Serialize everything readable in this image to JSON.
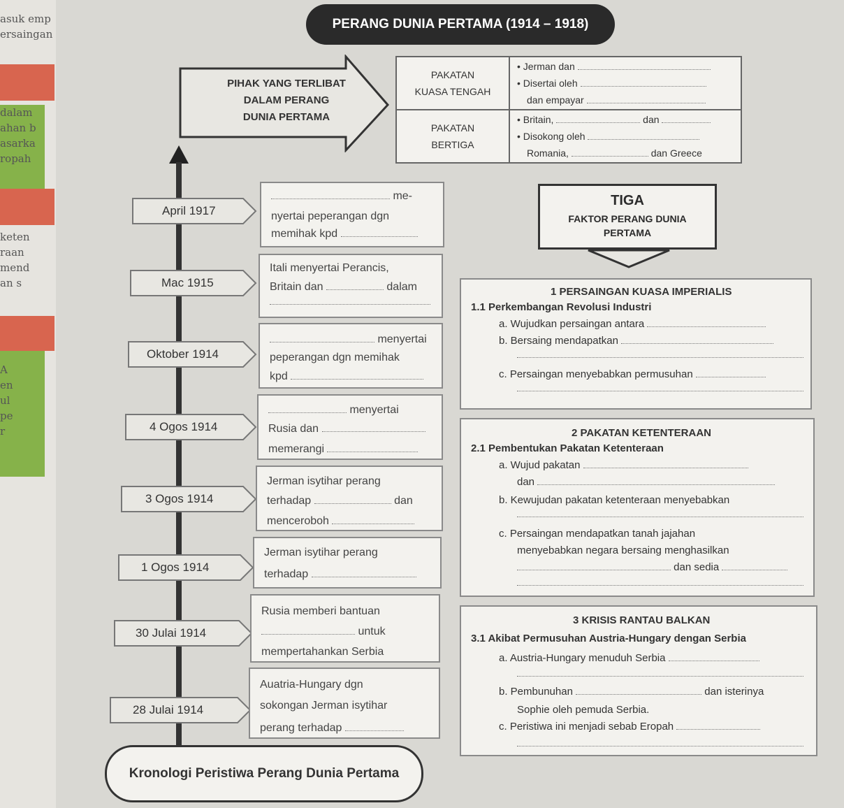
{
  "page_title": "PERANG DUNIA PERTAMA (1914 – 1918)",
  "left_strip": {
    "lines_top": [
      "asuk emp",
      "ersaingan"
    ],
    "lines_mid": [
      "dalam",
      "ahan b",
      "asarka",
      "ropah"
    ],
    "lines_low": [
      "keten",
      "raan",
      "mend",
      "an s"
    ],
    "lines_bottom": [
      "A",
      "en",
      "ul",
      "pe",
      "r"
    ]
  },
  "arrow_label": [
    "PIHAK YANG TERLIBAT",
    "DALAM PERANG",
    "DUNIA PERTAMA"
  ],
  "pakatan": {
    "row1_label": [
      "PAKATAN",
      "KUASA TENGAH"
    ],
    "row1_items": [
      "Jerman dan ",
      "Disertai oleh ",
      "dan empayar "
    ],
    "row2_label": [
      "PAKATAN",
      "BERTIGA"
    ],
    "row2_items": [
      "Britain, ",
      "dan ",
      "Disokong oleh ",
      "Romania, ",
      "dan Greece"
    ]
  },
  "tiga": {
    "line1": "TIGA",
    "line2": "FAKTOR PERANG DUNIA",
    "line3": "PERTAMA"
  },
  "timeline_title": "Kronologi Peristiwa Perang Dunia Pertama",
  "timeline": [
    {
      "date": "April 1917",
      "lines": [
        "me-",
        "nyertai peperangan dgn",
        "memihak kpd"
      ]
    },
    {
      "date": "Mac 1915",
      "lines": [
        "Itali menyertai Perancis,",
        "Britain dan",
        "dalam"
      ]
    },
    {
      "date": "Oktober 1914",
      "lines": [
        "menyertai",
        "peperangan dgn memihak",
        "kpd"
      ]
    },
    {
      "date": "4 Ogos 1914",
      "lines": [
        "menyertai",
        "Rusia dan",
        "memerangi"
      ]
    },
    {
      "date": "3 Ogos 1914",
      "lines": [
        "Jerman isytihar perang",
        "terhadap",
        "dan",
        "menceroboh"
      ]
    },
    {
      "date": "1 Ogos 1914",
      "lines": [
        "Jerman isytihar perang",
        "terhadap"
      ]
    },
    {
      "date": "30 Julai 1914",
      "lines": [
        "Rusia memberi bantuan",
        "untuk",
        "mempertahankan Serbia"
      ]
    },
    {
      "date": "28 Julai 1914",
      "lines": [
        "Auatria-Hungary dgn",
        "sokongan Jerman isytihar",
        "perang terhadap"
      ]
    }
  ],
  "section1": {
    "title": "1  PERSAINGAN KUASA IMPERIALIS",
    "sub": "1.1  Perkembangan Revolusi Industri",
    "a": "a.  Wujudkan persaingan antara",
    "b": "b.  Bersaing mendapatkan",
    "c": "c.  Persaingan menyebabkan permusuhan"
  },
  "section2": {
    "title": "2  PAKATAN KETENTERAAN",
    "sub": "2.1  Pembentukan Pakatan Ketenteraan",
    "a1": "a.  Wujud    pakatan",
    "a2": "dan",
    "b": "b.  Kewujudan  pakatan  ketenteraan  menyebabkan",
    "c1": "c.  Persaingan      mendapatkan       tanah       jajahan",
    "c2": "menyebabkan    negara    bersaing    menghasilkan",
    "c3": "dan sedia"
  },
  "section3": {
    "title": "3  KRISIS RANTAU BALKAN",
    "sub": "3.1  Akibat Permusuhan Austria-Hungary dengan Serbia",
    "a": "a.  Austria-Hungary menuduh Serbia",
    "b1": "b.  Pembunuhan",
    "b2": "dan isterinya",
    "b3": "Sophie oleh pemuda Serbia.",
    "c": "c.  Peristiwa ini menjadi sebab Eropah"
  }
}
